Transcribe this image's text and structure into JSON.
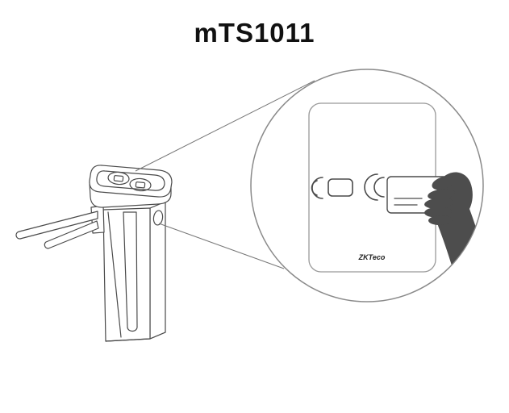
{
  "title": "mTS1011",
  "magnifier": {
    "logo_text": "ZKTeco"
  },
  "icons": {
    "device": "tripod-turnstile-line-drawing",
    "callout": "zoom-callout-circle",
    "panel": "rfid-card-reader-panel",
    "waves_left": "rfid-signal-waves-reader",
    "waves_right": "rfid-signal-waves-card",
    "reader_target": "rfid-reader-target",
    "card": "access-card",
    "hand": "hand-holding-card"
  },
  "colors": {
    "background": "#ffffff",
    "line_art": "#4a4a4a",
    "callout_stroke": "#8a8a8a",
    "hand_fill": "#4d4d4d",
    "title_text": "#111111"
  }
}
